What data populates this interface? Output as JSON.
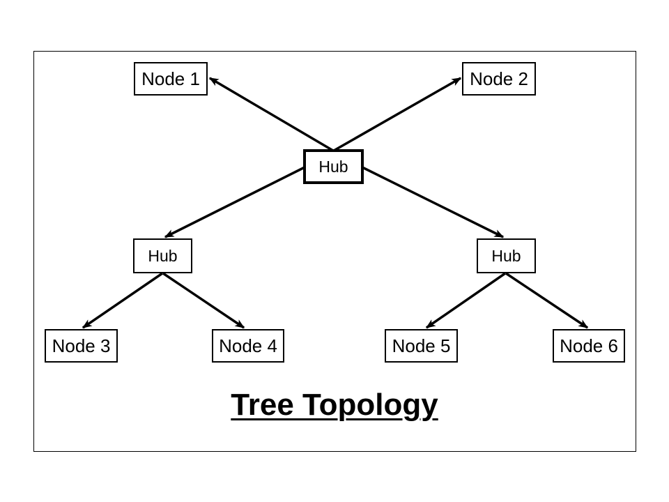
{
  "diagram": {
    "title": "Tree Topology",
    "type": "tree-topology-network-diagram",
    "colors": {
      "stroke": "#000000",
      "box_fill": "#ffffff",
      "background": "#ffffff",
      "text": "#000000"
    },
    "nodes": [
      {
        "id": "hub-root",
        "label": "Hub",
        "level": "root"
      },
      {
        "id": "node-1",
        "label": "Node 1",
        "level": "leaf"
      },
      {
        "id": "node-2",
        "label": "Node 2",
        "level": "leaf"
      },
      {
        "id": "hub-left",
        "label": "Hub",
        "level": "branch"
      },
      {
        "id": "hub-right",
        "label": "Hub",
        "level": "branch"
      },
      {
        "id": "node-3",
        "label": "Node 3",
        "level": "leaf"
      },
      {
        "id": "node-4",
        "label": "Node 4",
        "level": "leaf"
      },
      {
        "id": "node-5",
        "label": "Node 5",
        "level": "leaf"
      },
      {
        "id": "node-6",
        "label": "Node 6",
        "level": "leaf"
      }
    ],
    "edges": [
      {
        "from": "hub-root",
        "to": "node-1"
      },
      {
        "from": "hub-root",
        "to": "node-2"
      },
      {
        "from": "hub-root",
        "to": "hub-left"
      },
      {
        "from": "hub-root",
        "to": "hub-right"
      },
      {
        "from": "hub-left",
        "to": "node-3"
      },
      {
        "from": "hub-left",
        "to": "node-4"
      },
      {
        "from": "hub-right",
        "to": "node-5"
      },
      {
        "from": "hub-right",
        "to": "node-6"
      }
    ]
  }
}
